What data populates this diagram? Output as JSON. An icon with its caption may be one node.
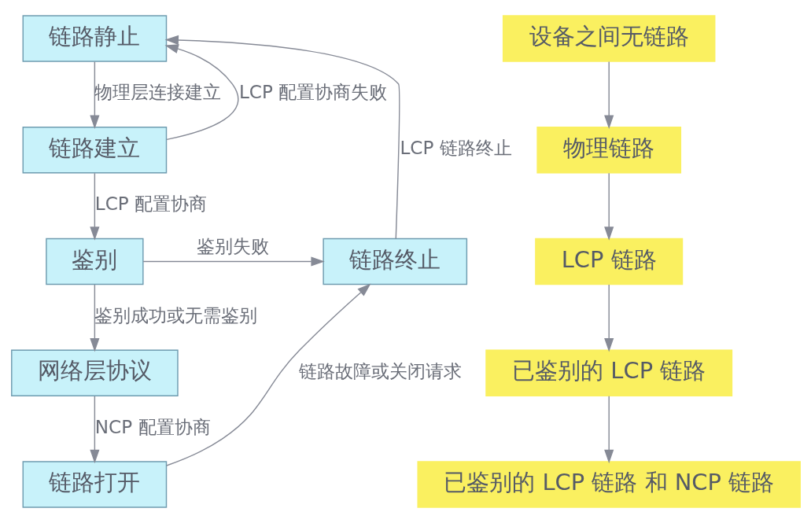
{
  "diagram": {
    "nodes": [
      {
        "text": [
          "链路静止"
        ]
      },
      {
        "text": [
          "设备之间无链路"
        ]
      },
      {
        "text": [
          "链路建立"
        ]
      },
      {
        "text": [
          "物理链路"
        ]
      },
      {
        "text": [
          "链路终止"
        ]
      },
      {
        "text": [
          "鉴别"
        ]
      },
      {
        "text": [
          "LCP 链路"
        ]
      },
      {
        "text": [
          "网络层协议"
        ]
      },
      {
        "text": [
          "已鉴别的 LCP 链路"
        ]
      },
      {
        "text": [
          "链路打开"
        ]
      },
      {
        "text": [
          "已鉴别的 LCP 链路 和 NCP 链路"
        ]
      }
    ],
    "edges": [
      {
        "from": 0,
        "to": 2,
        "arrow": "to",
        "label": "物理层连接建立"
      },
      {
        "from": 2,
        "to": 5,
        "arrow": "to",
        "label": "LCP 配置协商"
      },
      {
        "from": 5,
        "to": 7,
        "arrow": "to",
        "label": "鉴别成功或无需鉴别"
      },
      {
        "from": 7,
        "to": 9,
        "arrow": "to",
        "label": "NCP 配置协商"
      },
      {
        "from": 5,
        "to": 4,
        "arrow": "to",
        "label": "鉴别失败"
      },
      {
        "from": 9,
        "to": 4,
        "arrow": "to",
        "label": "链路故障或关闭请求"
      },
      {
        "from": 4,
        "to": 0,
        "arrow": "to",
        "label": "LCP 链路终止"
      },
      {
        "from": 2,
        "to": 0,
        "arrow": "to",
        "label": "LCP 配置协商失败"
      },
      {
        "from": 1,
        "to": 3,
        "arrow": "to"
      },
      {
        "from": 3,
        "to": 6,
        "arrow": "to"
      },
      {
        "from": 6,
        "to": 8,
        "arrow": "to"
      },
      {
        "from": 8,
        "to": 10,
        "arrow": "to"
      }
    ]
  }
}
